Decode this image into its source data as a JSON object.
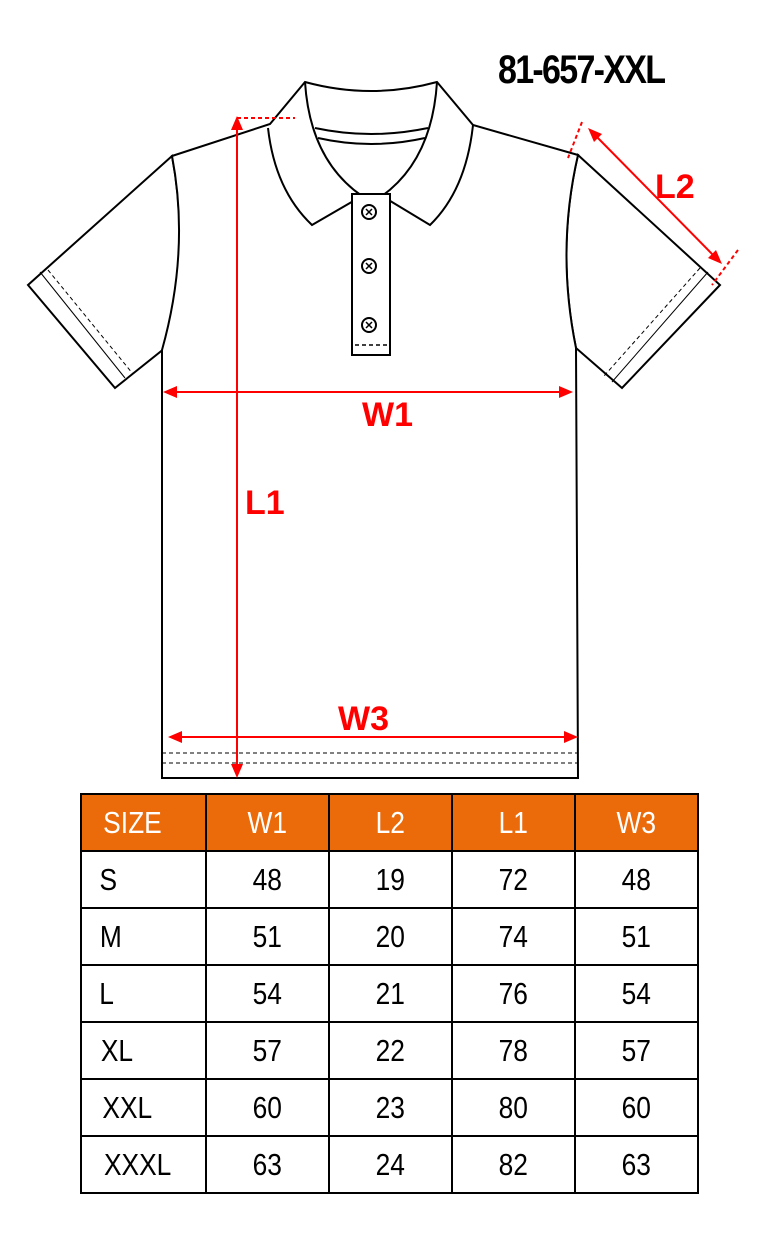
{
  "product_code": "81-657-XXL",
  "labels": {
    "w1": "W1",
    "w3": "W3",
    "l1": "L1",
    "l2": "L2"
  },
  "colors": {
    "header": "#eb6a0a",
    "measure": "#ff0000"
  },
  "table": {
    "headers": [
      "SIZE",
      "W1",
      "L2",
      "L1",
      "W3"
    ],
    "rows": [
      [
        "S",
        "48",
        "19",
        "72",
        "48"
      ],
      [
        "M",
        "51",
        "20",
        "74",
        "51"
      ],
      [
        "L",
        "54",
        "21",
        "76",
        "54"
      ],
      [
        "XL",
        "57",
        "22",
        "78",
        "57"
      ],
      [
        "XXL",
        "60",
        "23",
        "80",
        "60"
      ],
      [
        "XXXL",
        "63",
        "24",
        "82",
        "63"
      ]
    ]
  }
}
